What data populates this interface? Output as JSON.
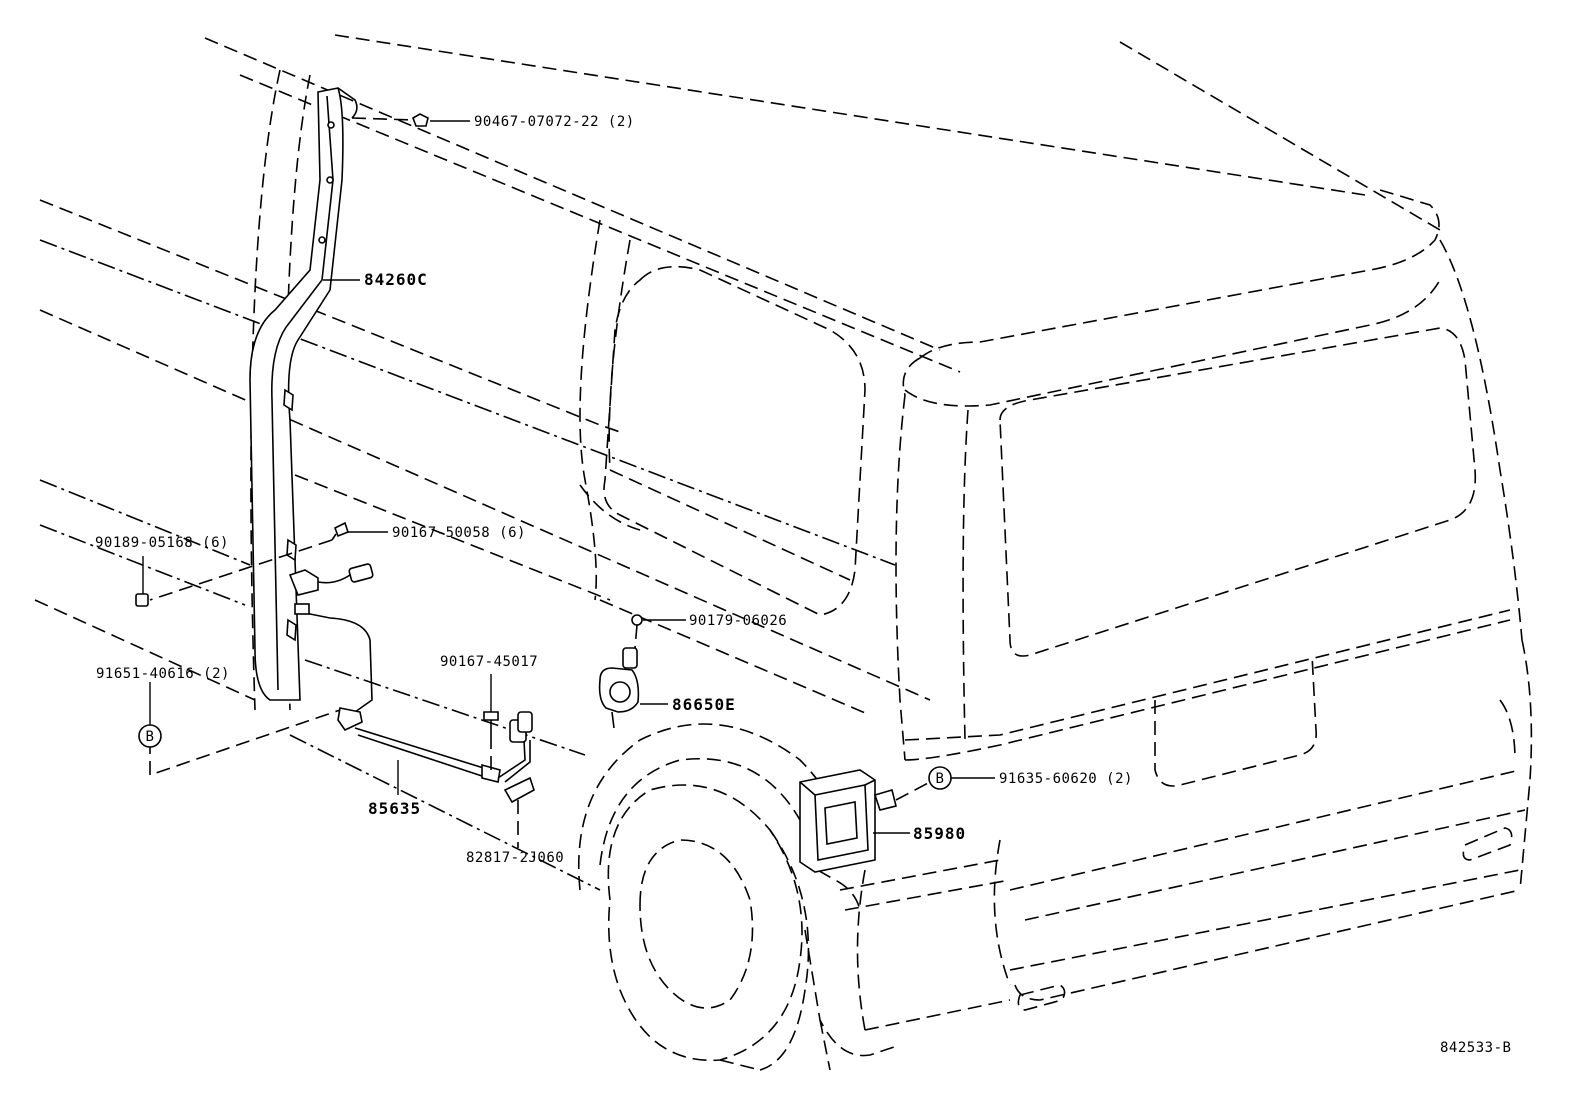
{
  "diagram": {
    "callouts": {
      "p90467": "90467-07072-22 (2)",
      "p84260C": "84260C",
      "p90189": "90189-05168 (6)",
      "p90167_50058": "90167-50058 (6)",
      "p90179": "90179-06026",
      "p91651": "91651-40616 (2)",
      "p90167_45017": "90167-45017",
      "p86650E": "86650E",
      "p91635": "91635-60620 (2)",
      "p85635": "85635",
      "p85980": "85980",
      "p82817": "82817-2J060"
    },
    "ref_markers": {
      "left": "B",
      "right": "B"
    },
    "drawing_number": "842533-B"
  }
}
